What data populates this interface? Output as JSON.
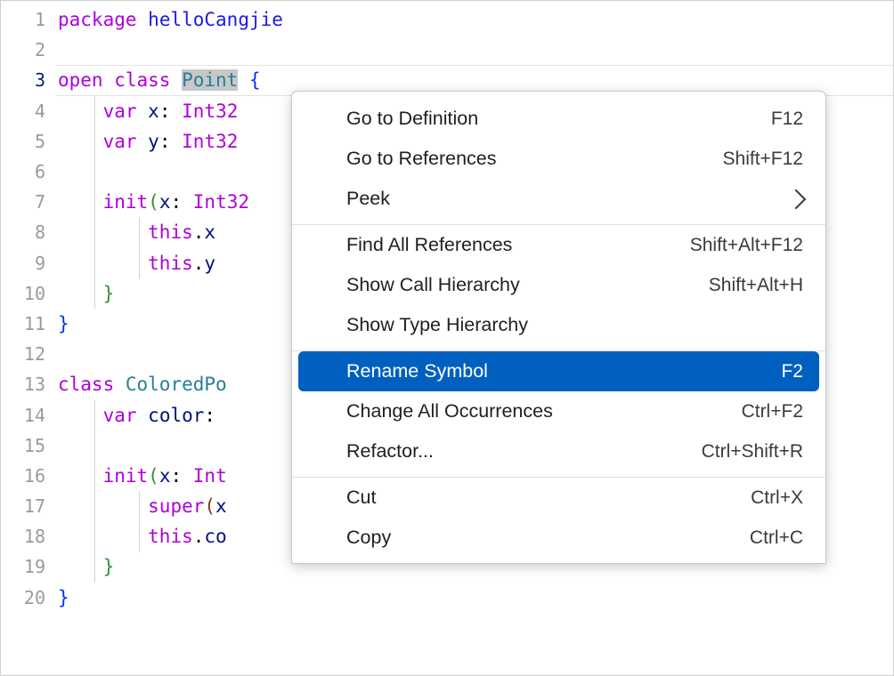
{
  "editor": {
    "name": "code-editor",
    "language": "Cangjie",
    "selected_symbol": "Point",
    "active_line": 3,
    "lines": [
      {
        "n": "1",
        "indent": 0,
        "tokens": [
          {
            "t": "package",
            "c": "kw"
          },
          {
            "t": " ",
            "c": "punct"
          },
          {
            "t": "helloCangjie",
            "c": "ns"
          }
        ]
      },
      {
        "n": "2",
        "indent": 0,
        "tokens": []
      },
      {
        "n": "3",
        "indent": 0,
        "tokens": [
          {
            "t": "open",
            "c": "kw"
          },
          {
            "t": " ",
            "c": "punct"
          },
          {
            "t": "class",
            "c": "kw"
          },
          {
            "t": " ",
            "c": "punct"
          },
          {
            "t": "Point",
            "c": "type",
            "sel": true
          },
          {
            "t": " ",
            "c": "punct"
          },
          {
            "t": "{",
            "c": "br1"
          }
        ]
      },
      {
        "n": "4",
        "indent": 1,
        "tokens": [
          {
            "t": "    ",
            "c": "punct"
          },
          {
            "t": "var",
            "c": "kw"
          },
          {
            "t": " ",
            "c": "punct"
          },
          {
            "t": "x",
            "c": "id"
          },
          {
            "t": ":",
            "c": "punct"
          },
          {
            "t": " ",
            "c": "punct"
          },
          {
            "t": "Int32",
            "c": "kw"
          }
        ]
      },
      {
        "n": "5",
        "indent": 1,
        "tokens": [
          {
            "t": "    ",
            "c": "punct"
          },
          {
            "t": "var",
            "c": "kw"
          },
          {
            "t": " ",
            "c": "punct"
          },
          {
            "t": "y",
            "c": "id"
          },
          {
            "t": ":",
            "c": "punct"
          },
          {
            "t": " ",
            "c": "punct"
          },
          {
            "t": "Int32",
            "c": "kw"
          }
        ]
      },
      {
        "n": "6",
        "indent": 1,
        "tokens": []
      },
      {
        "n": "7",
        "indent": 1,
        "tokens": [
          {
            "t": "    ",
            "c": "punct"
          },
          {
            "t": "init",
            "c": "kw"
          },
          {
            "t": "(",
            "c": "br2"
          },
          {
            "t": "x",
            "c": "id"
          },
          {
            "t": ":",
            "c": "punct"
          },
          {
            "t": " ",
            "c": "punct"
          },
          {
            "t": "Int32",
            "c": "kw"
          }
        ]
      },
      {
        "n": "8",
        "indent": 2,
        "tokens": [
          {
            "t": "        ",
            "c": "punct"
          },
          {
            "t": "this",
            "c": "kw"
          },
          {
            "t": ".",
            "c": "punct"
          },
          {
            "t": "x",
            "c": "id"
          },
          {
            "t": " ",
            "c": "punct"
          }
        ]
      },
      {
        "n": "9",
        "indent": 2,
        "tokens": [
          {
            "t": "        ",
            "c": "punct"
          },
          {
            "t": "this",
            "c": "kw"
          },
          {
            "t": ".",
            "c": "punct"
          },
          {
            "t": "y",
            "c": "id"
          },
          {
            "t": " ",
            "c": "punct"
          }
        ]
      },
      {
        "n": "10",
        "indent": 1,
        "tokens": [
          {
            "t": "    ",
            "c": "punct"
          },
          {
            "t": "}",
            "c": "br2"
          }
        ]
      },
      {
        "n": "11",
        "indent": 0,
        "tokens": [
          {
            "t": "}",
            "c": "br1"
          }
        ]
      },
      {
        "n": "12",
        "indent": 0,
        "tokens": []
      },
      {
        "n": "13",
        "indent": 0,
        "tokens": [
          {
            "t": "class",
            "c": "kw"
          },
          {
            "t": " ",
            "c": "punct"
          },
          {
            "t": "ColoredPo",
            "c": "type"
          }
        ]
      },
      {
        "n": "14",
        "indent": 1,
        "tokens": [
          {
            "t": "    ",
            "c": "punct"
          },
          {
            "t": "var",
            "c": "kw"
          },
          {
            "t": " ",
            "c": "punct"
          },
          {
            "t": "color",
            "c": "id"
          },
          {
            "t": ":",
            "c": "punct"
          },
          {
            "t": " ",
            "c": "punct"
          }
        ]
      },
      {
        "n": "15",
        "indent": 1,
        "tokens": []
      },
      {
        "n": "16",
        "indent": 1,
        "tokens": [
          {
            "t": "    ",
            "c": "punct"
          },
          {
            "t": "init",
            "c": "kw"
          },
          {
            "t": "(",
            "c": "br2"
          },
          {
            "t": "x",
            "c": "id"
          },
          {
            "t": ":",
            "c": "punct"
          },
          {
            "t": " ",
            "c": "punct"
          },
          {
            "t": "Int",
            "c": "kw"
          }
        ]
      },
      {
        "n": "17",
        "indent": 2,
        "tokens": [
          {
            "t": "        ",
            "c": "punct"
          },
          {
            "t": "super",
            "c": "kw"
          },
          {
            "t": "(",
            "c": "br3"
          },
          {
            "t": "x",
            "c": "id"
          }
        ]
      },
      {
        "n": "18",
        "indent": 2,
        "tokens": [
          {
            "t": "        ",
            "c": "punct"
          },
          {
            "t": "this",
            "c": "kw"
          },
          {
            "t": ".",
            "c": "punct"
          },
          {
            "t": "co",
            "c": "id"
          }
        ]
      },
      {
        "n": "19",
        "indent": 1,
        "tokens": [
          {
            "t": "    ",
            "c": "punct"
          },
          {
            "t": "}",
            "c": "br2"
          }
        ]
      },
      {
        "n": "20",
        "indent": 0,
        "tokens": [
          {
            "t": "}",
            "c": "br1"
          }
        ]
      }
    ]
  },
  "context_menu": {
    "name": "editor-context-menu",
    "selected_item": "Rename Symbol",
    "groups": [
      {
        "items": [
          {
            "label": "Go to Definition",
            "shortcut": "F12",
            "submenu": false,
            "selected": false
          },
          {
            "label": "Go to References",
            "shortcut": "Shift+F12",
            "submenu": false,
            "selected": false
          },
          {
            "label": "Peek",
            "shortcut": "",
            "submenu": true,
            "selected": false
          }
        ]
      },
      {
        "items": [
          {
            "label": "Find All References",
            "shortcut": "Shift+Alt+F12",
            "submenu": false,
            "selected": false
          },
          {
            "label": "Show Call Hierarchy",
            "shortcut": "Shift+Alt+H",
            "submenu": false,
            "selected": false
          },
          {
            "label": "Show Type Hierarchy",
            "shortcut": "",
            "submenu": false,
            "selected": false
          }
        ]
      },
      {
        "items": [
          {
            "label": "Rename Symbol",
            "shortcut": "F2",
            "submenu": false,
            "selected": true
          },
          {
            "label": "Change All Occurrences",
            "shortcut": "Ctrl+F2",
            "submenu": false,
            "selected": false
          },
          {
            "label": "Refactor...",
            "shortcut": "Ctrl+Shift+R",
            "submenu": false,
            "selected": false
          }
        ]
      },
      {
        "items": [
          {
            "label": "Cut",
            "shortcut": "Ctrl+X",
            "submenu": false,
            "selected": false
          },
          {
            "label": "Copy",
            "shortcut": "Ctrl+C",
            "submenu": false,
            "selected": false
          }
        ]
      }
    ]
  },
  "colors": {
    "selection_highlight": "#0060c0",
    "keyword": "#af00db",
    "type": "#267f99",
    "identifier": "#001080",
    "namespace": "#1a1ae6",
    "menu_background": "#ffffff",
    "editor_background": "#ffffff",
    "symbol_selection": "#c8c8c8"
  }
}
